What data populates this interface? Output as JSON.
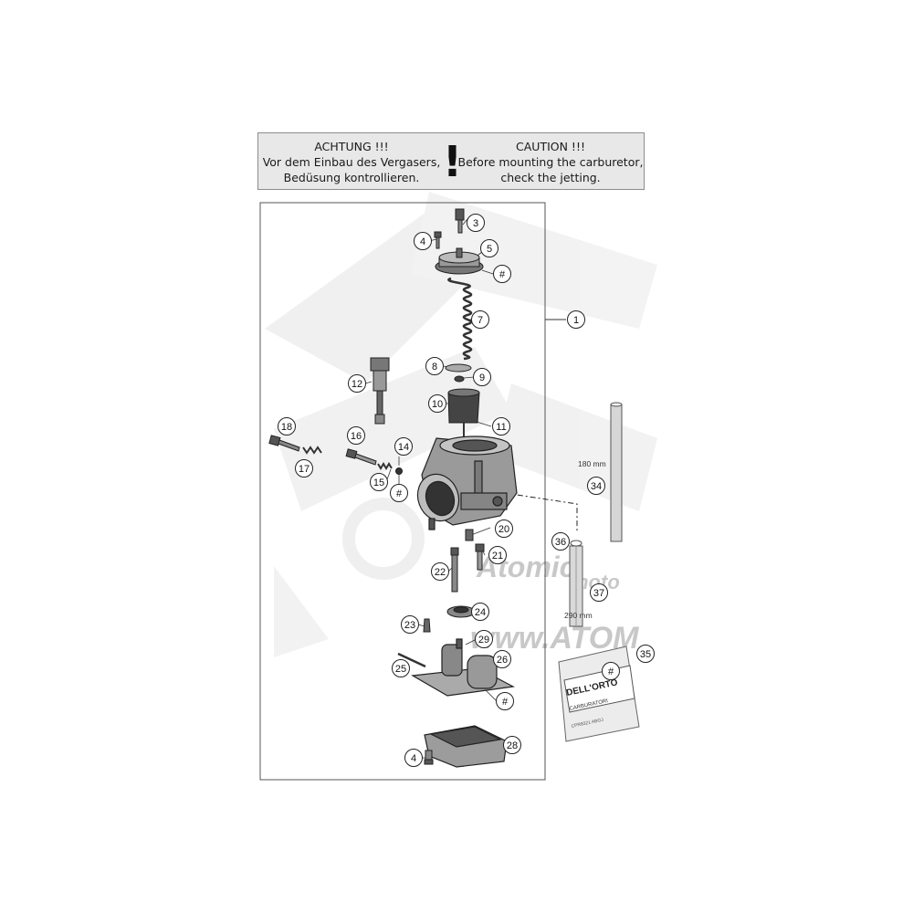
{
  "notice": {
    "de_title": "ACHTUNG !!!",
    "de_line1": "Vor dem Einbau des Vergasers,",
    "de_line2": "Bedüsung kontrollieren.",
    "mark": "!",
    "en_title": "CAUTION !!!",
    "en_line1": "Before mounting the carburetor,",
    "en_line2": "check the jetting."
  },
  "callouts": [
    "3",
    "4",
    "5",
    "#",
    "7",
    "1",
    "8",
    "9",
    "12",
    "10",
    "11",
    "18",
    "16",
    "14",
    "17",
    "15",
    "#",
    "34",
    "20",
    "36",
    "21",
    "22",
    "37",
    "24",
    "23",
    "29",
    "26",
    "25",
    "35",
    "#",
    "#",
    "28",
    "4"
  ],
  "dimensions": {
    "tube_short": "180 mm",
    "tube_long": "290 mm"
  },
  "watermark": {
    "brand": "Atomic",
    "sub": "moto",
    "site": "www.ATOM"
  },
  "jet_kit": {
    "brand": "DELL'ORTO",
    "label": "CARBURATORI",
    "tag": "CPR8321 ABGJ"
  }
}
